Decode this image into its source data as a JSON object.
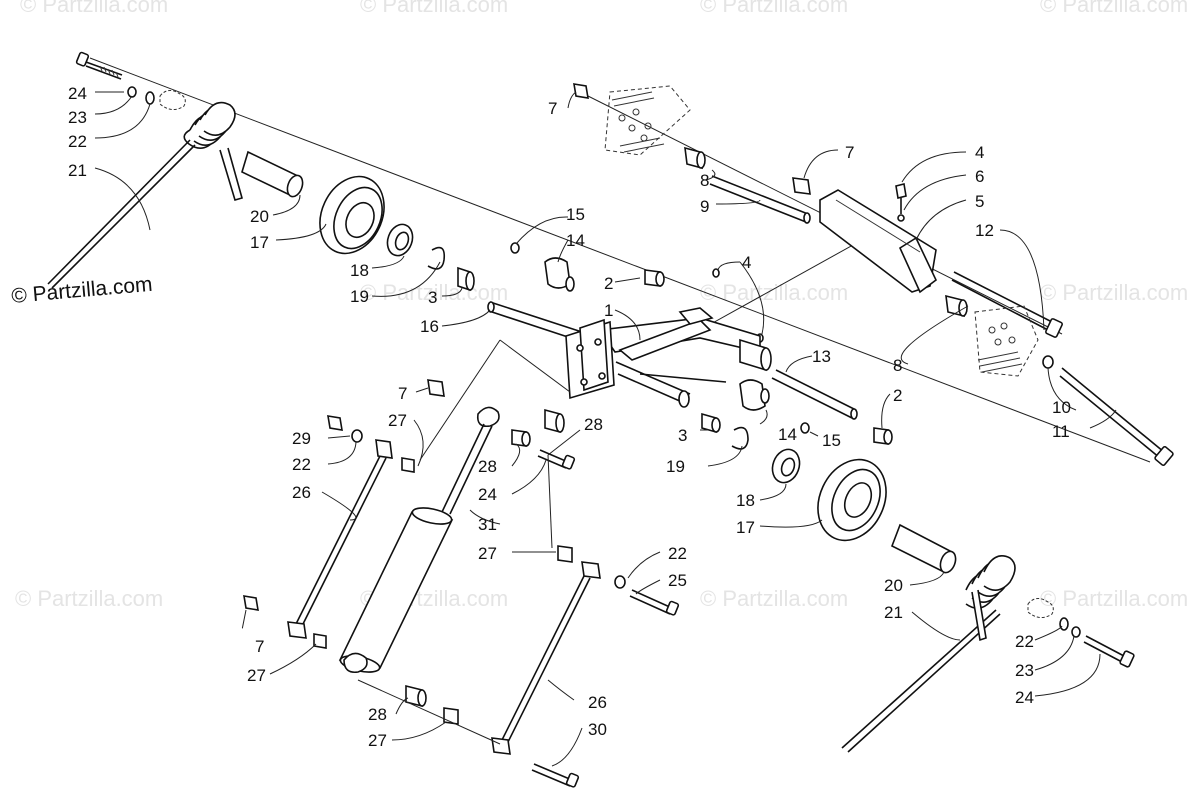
{
  "watermark_text": "© Partzilla.com",
  "brand_text": "© Partzilla.com",
  "labels": [
    {
      "id": "c24a",
      "text": "24"
    },
    {
      "id": "c23a",
      "text": "23"
    },
    {
      "id": "c22a",
      "text": "22"
    },
    {
      "id": "c21a",
      "text": "21"
    },
    {
      "id": "c20a",
      "text": "20"
    },
    {
      "id": "c17a",
      "text": "17"
    },
    {
      "id": "c18a",
      "text": "18"
    },
    {
      "id": "c19a",
      "text": "19"
    },
    {
      "id": "c3a",
      "text": "3"
    },
    {
      "id": "c16",
      "text": "16"
    },
    {
      "id": "c15a",
      "text": "15"
    },
    {
      "id": "c14a",
      "text": "14"
    },
    {
      "id": "c2a",
      "text": "2"
    },
    {
      "id": "c1",
      "text": "1"
    },
    {
      "id": "c4a",
      "text": "4"
    },
    {
      "id": "c7a",
      "text": "7"
    },
    {
      "id": "c8a",
      "text": "8"
    },
    {
      "id": "c9",
      "text": "9"
    },
    {
      "id": "c7b",
      "text": "7"
    },
    {
      "id": "c4b",
      "text": "4"
    },
    {
      "id": "c6",
      "text": "6"
    },
    {
      "id": "c5",
      "text": "5"
    },
    {
      "id": "c12",
      "text": "12"
    },
    {
      "id": "c13",
      "text": "13"
    },
    {
      "id": "c8b",
      "text": "8"
    },
    {
      "id": "c2b",
      "text": "2"
    },
    {
      "id": "c10",
      "text": "10"
    },
    {
      "id": "c11",
      "text": "11"
    },
    {
      "id": "c7c",
      "text": "7"
    },
    {
      "id": "c27a",
      "text": "27"
    },
    {
      "id": "c29",
      "text": "29"
    },
    {
      "id": "c22b",
      "text": "22"
    },
    {
      "id": "c26a",
      "text": "26"
    },
    {
      "id": "c28a",
      "text": "28"
    },
    {
      "id": "c28b",
      "text": "28"
    },
    {
      "id": "c24b",
      "text": "24"
    },
    {
      "id": "c31",
      "text": "31"
    },
    {
      "id": "c3b",
      "text": "3"
    },
    {
      "id": "c19b",
      "text": "19"
    },
    {
      "id": "c14b",
      "text": "14"
    },
    {
      "id": "c15b",
      "text": "15"
    },
    {
      "id": "c18b",
      "text": "18"
    },
    {
      "id": "c17b",
      "text": "17"
    },
    {
      "id": "c27b",
      "text": "27"
    },
    {
      "id": "c22c",
      "text": "22"
    },
    {
      "id": "c25",
      "text": "25"
    },
    {
      "id": "c20b",
      "text": "20"
    },
    {
      "id": "c21b",
      "text": "21"
    },
    {
      "id": "c7d",
      "text": "7"
    },
    {
      "id": "c27c",
      "text": "27"
    },
    {
      "id": "c26b",
      "text": "26"
    },
    {
      "id": "c28c",
      "text": "28"
    },
    {
      "id": "c27d",
      "text": "27"
    },
    {
      "id": "c30",
      "text": "30"
    },
    {
      "id": "c22d",
      "text": "22"
    },
    {
      "id": "c23b",
      "text": "23"
    },
    {
      "id": "c24c",
      "text": "24"
    }
  ]
}
